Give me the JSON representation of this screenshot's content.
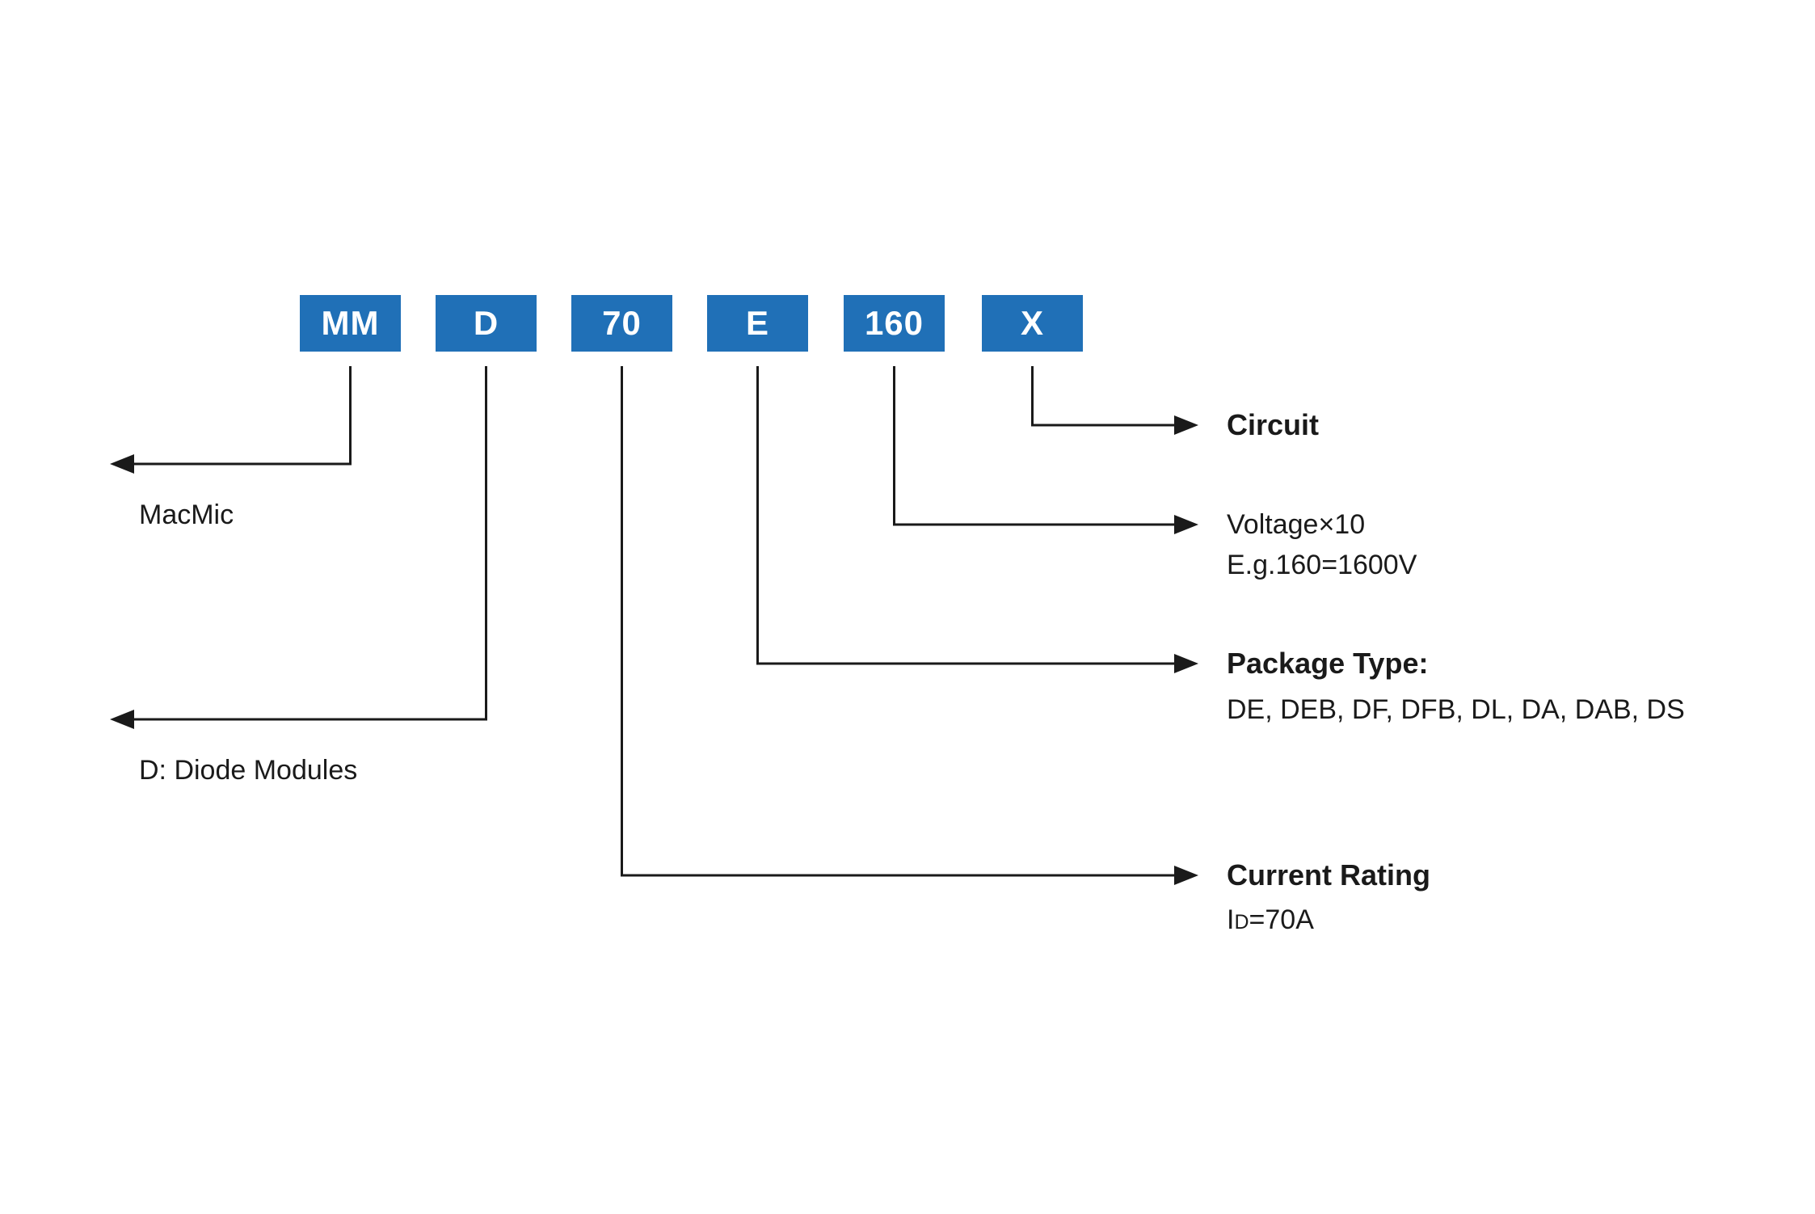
{
  "diagram": {
    "code_boxes": [
      {
        "label": "MM"
      },
      {
        "label": "D"
      },
      {
        "label": "70"
      },
      {
        "label": "E"
      },
      {
        "label": "160"
      },
      {
        "label": "X"
      }
    ],
    "left_annotations": {
      "manufacturer": {
        "label": "MacMic"
      },
      "module_type": {
        "label": "D: Diode Modules"
      }
    },
    "right_annotations": {
      "circuit": {
        "title": "Circuit"
      },
      "voltage": {
        "title": "Voltage×10",
        "detail": "E.g.160=1600V"
      },
      "package": {
        "title": "Package Type:",
        "detail": "DE, DEB, DF, DFB, DL, DA, DAB, DS"
      },
      "current": {
        "title": "Current Rating",
        "detail_prefix": "I",
        "detail_sub": "D",
        "detail_suffix": "=70A"
      }
    },
    "colors": {
      "box_background": "#2070b7",
      "box_text": "#ffffff",
      "line": "#1a1a1a",
      "text": "#1a1a1a",
      "background": "#ffffff"
    }
  }
}
